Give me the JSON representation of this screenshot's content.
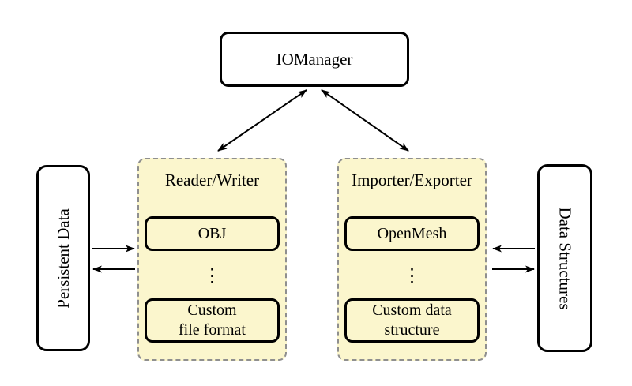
{
  "colors": {
    "background": "#ffffff",
    "group_fill": "#fbf6cd",
    "group_border": "#8f8f8f",
    "node_border": "#000000",
    "node_fill": "#ffffff",
    "arrow": "#000000"
  },
  "nodes": {
    "iomanager": {
      "label": "IOManager"
    },
    "persistent_data": {
      "label": "Persistent Data"
    },
    "data_structures": {
      "label": "Data Structures"
    }
  },
  "groups": [
    {
      "id": "reader-writer",
      "title": "Reader/Writer",
      "items": [
        {
          "label": "OBJ"
        },
        {
          "label": "⋮"
        },
        {
          "label": "Custom\nfile format"
        }
      ]
    },
    {
      "id": "importer-exporter",
      "title": "Importer/Exporter",
      "items": [
        {
          "label": "OpenMesh"
        },
        {
          "label": "⋮"
        },
        {
          "label": "Custom data\nstructure"
        }
      ]
    }
  ],
  "edges": [
    {
      "from": "IOManager",
      "to": "Reader/Writer",
      "bidirectional": true
    },
    {
      "from": "IOManager",
      "to": "Importer/Exporter",
      "bidirectional": true
    },
    {
      "from": "Persistent Data",
      "to": "Reader/Writer",
      "bidirectional": false
    },
    {
      "from": "Reader/Writer",
      "to": "Persistent Data",
      "bidirectional": false
    },
    {
      "from": "Data Structures",
      "to": "Importer/Exporter",
      "bidirectional": false
    },
    {
      "from": "Importer/Exporter",
      "to": "Data Structures",
      "bidirectional": false
    }
  ]
}
